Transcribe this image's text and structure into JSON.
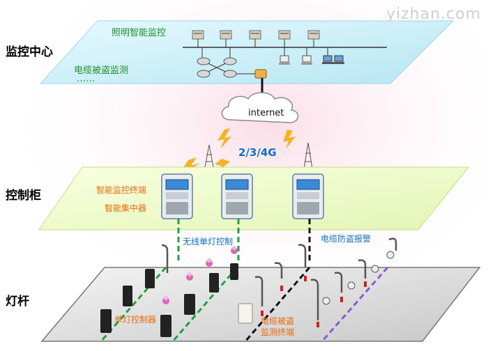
{
  "watermark": "yizhan.com",
  "levels": {
    "monitor_center": "监控中心",
    "control_cabinet": "控制柜",
    "light_pole": "灯杆"
  },
  "labels": {
    "lighting_monitor": "照明智能监控",
    "cable_theft_monitor": "电缆被盗监测",
    "dots": "……",
    "internet": "internet",
    "network": "2/3/4G",
    "smart_terminal": "智能监控终端",
    "smart_concentrator": "智能集中器",
    "wireless_control": "无线单灯控制",
    "cable_alarm": "电缆防盗报警",
    "single_controller": "单灯控制器",
    "cable_terminal_line1": "电缆被盗",
    "cable_terminal_line2": "监测终端"
  },
  "colors": {
    "top_plane": "#c8eef7",
    "mid_plane": "#eef9c8",
    "bottom_plane": "#dcdcdc",
    "green_line": "#1fa33a",
    "purple_line": "#8a5ad0",
    "black_line": "#111111"
  }
}
